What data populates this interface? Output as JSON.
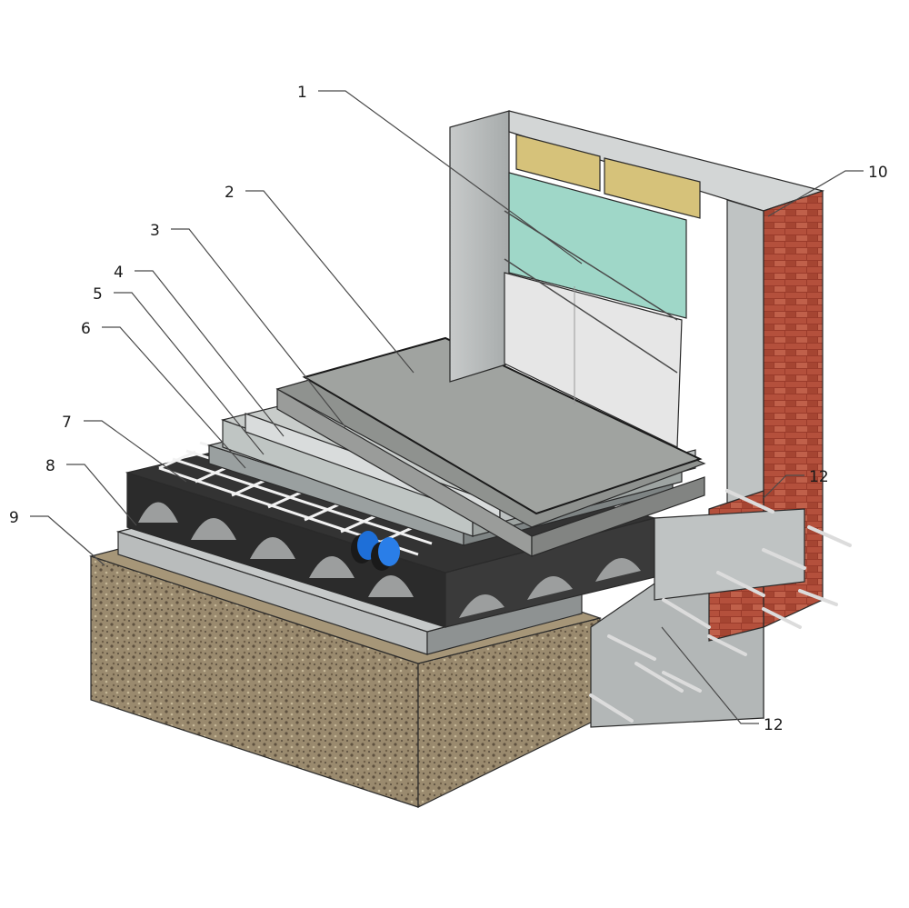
{
  "callouts": [
    {
      "id": "1",
      "text": "1"
    },
    {
      "id": "2",
      "text": "2"
    },
    {
      "id": "3",
      "text": "3"
    },
    {
      "id": "4",
      "text": "4"
    },
    {
      "id": "5",
      "text": "5"
    },
    {
      "id": "6",
      "text": "6"
    },
    {
      "id": "7",
      "text": "7"
    },
    {
      "id": "8",
      "text": "8"
    },
    {
      "id": "9",
      "text": "9"
    },
    {
      "id": "10",
      "text": "10"
    },
    {
      "id": "12a",
      "text": "12"
    },
    {
      "id": "12b",
      "text": "12"
    }
  ],
  "colors": {
    "soil": "#8c7a60",
    "concrete": "#b9bcbc",
    "concrete_dark": "#8e9292",
    "void_former": "#2b2b2b",
    "mesh": "#f2f2f2",
    "screed": "#9a9c9a",
    "insulation": "#d6c27a",
    "board_green": "#9fd7c8",
    "board_white": "#e6e6e6",
    "brick": "#9a3b2b",
    "pipe_blue": "#1e6fd8"
  }
}
